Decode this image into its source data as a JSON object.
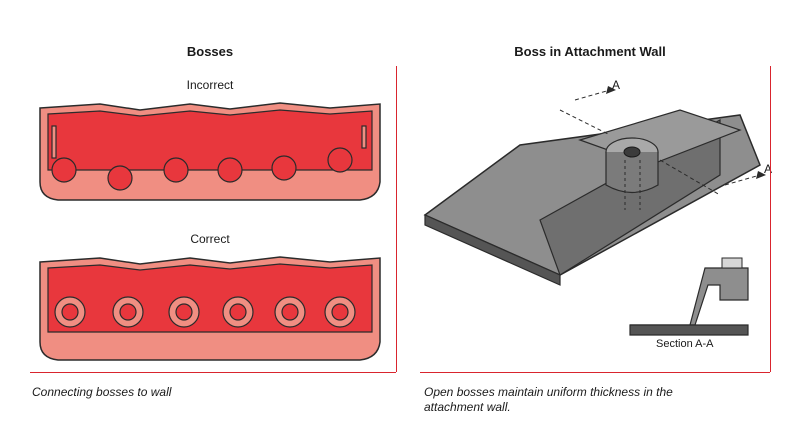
{
  "left_panel": {
    "title": "Bosses",
    "incorrect_label": "Incorrect",
    "correct_label": "Correct",
    "caption": "Connecting bosses to wall"
  },
  "right_panel": {
    "title": "Boss in Attachment Wall",
    "arrow_label_top": "A",
    "arrow_label_right": "A",
    "section_label": "Section A-A",
    "caption_line1": "Open bosses maintain uniform thickness in the",
    "caption_line2": "attachment wall."
  },
  "colors": {
    "accent_red": "#d9252e",
    "part_red": "#e8373d",
    "part_pink": "#f08e82",
    "part_gray": "#8e8e8e",
    "part_dark": "#3b3b3b"
  }
}
